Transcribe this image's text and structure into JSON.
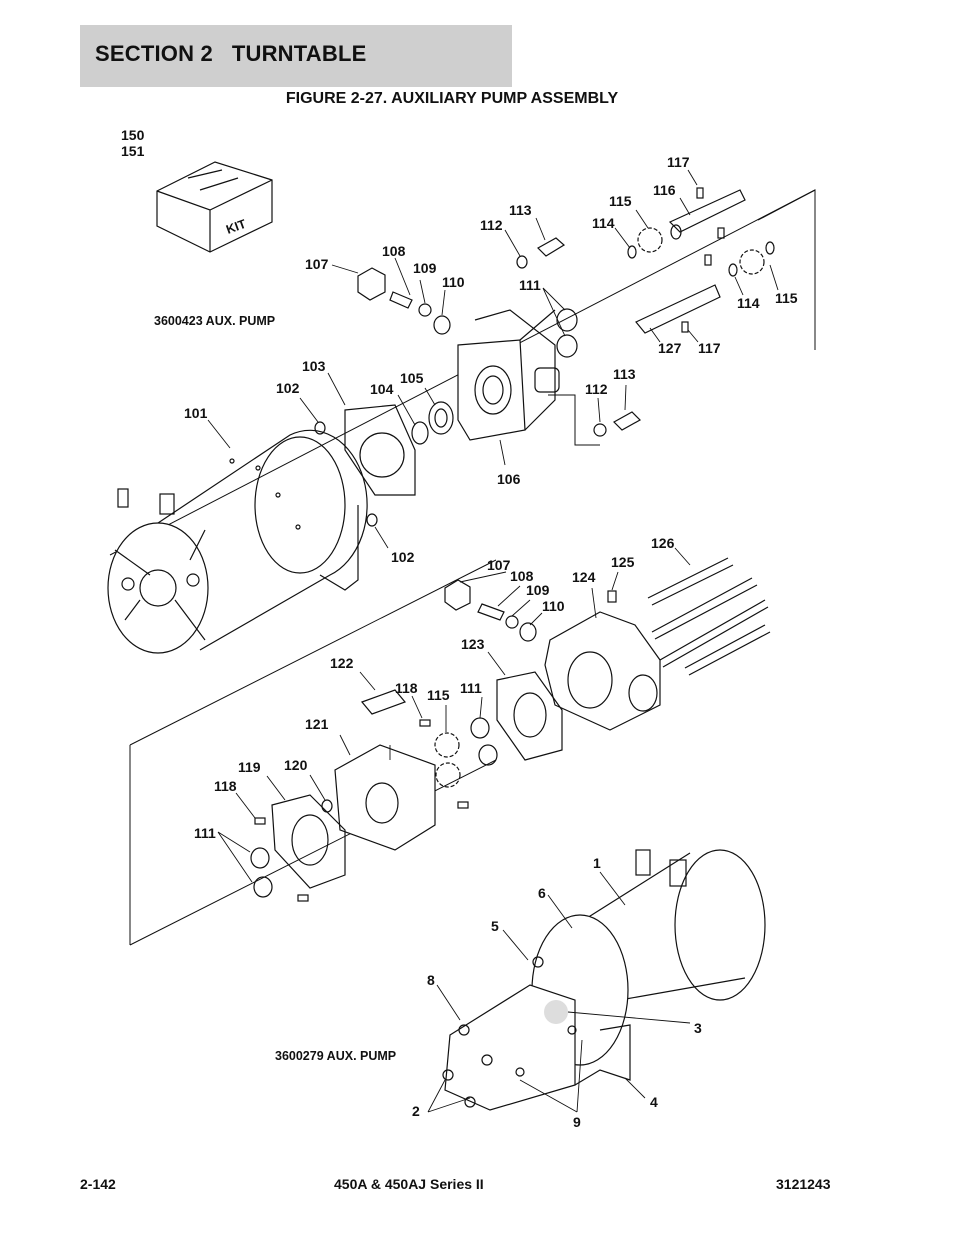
{
  "header": {
    "section": "SECTION 2   TURNTABLE"
  },
  "figure_title": "FIGURE 2-27. AUXILIARY PUMP ASSEMBLY",
  "notes": {
    "pump_a": "3600423 AUX. PUMP",
    "pump_b": "3600279 AUX. PUMP",
    "kit_box": "KIT"
  },
  "callouts": {
    "c150": "150",
    "c151": "151",
    "c117a": "117",
    "c116": "116",
    "c115a": "115",
    "c114a": "114",
    "c113a": "113",
    "c112a": "112",
    "c108a": "108",
    "c109a": "109",
    "c110a": "110",
    "c107a": "107",
    "c111a": "111",
    "c114b": "114",
    "c115b": "115",
    "c127": "127",
    "c117b": "117",
    "c103": "103",
    "c102a": "102",
    "c104": "104",
    "c105": "105",
    "c113b": "113",
    "c112b": "112",
    "c101": "101",
    "c106": "106",
    "c102b": "102",
    "c126": "126",
    "c107b": "107",
    "c108b": "108",
    "c125": "125",
    "c124": "124",
    "c109b": "109",
    "c110b": "110",
    "c123": "123",
    "c122": "122",
    "c118a": "118",
    "c115c": "115",
    "c111b": "111",
    "c121": "121",
    "c119": "119",
    "c120": "120",
    "c118b": "118",
    "c111c": "111",
    "c1": "1",
    "c6": "6",
    "c5": "5",
    "c8": "8",
    "c3": "3",
    "c4": "4",
    "c2": "2",
    "c9": "9"
  },
  "footer": {
    "page": "2-142",
    "model": "450A & 450AJ Series II",
    "doc_number": "3121243"
  }
}
